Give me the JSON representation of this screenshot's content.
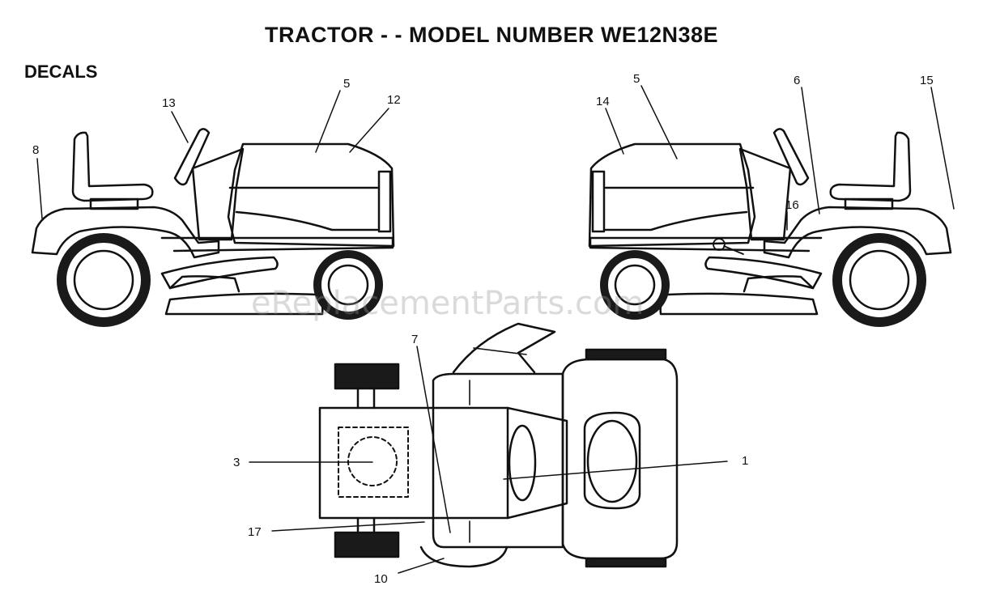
{
  "title": "TRACTOR - - MODEL NUMBER WE12N38E",
  "section": "DECALS",
  "watermark": "eReplacementParts.com",
  "callouts": {
    "c8": "8",
    "c13": "13",
    "c5a": "5",
    "c12": "12",
    "c14": "14",
    "c5b": "5",
    "c6": "6",
    "c15": "15",
    "c16": "16",
    "c7": "7",
    "c3": "3",
    "c1": "1",
    "c17": "17",
    "c10": "10"
  }
}
